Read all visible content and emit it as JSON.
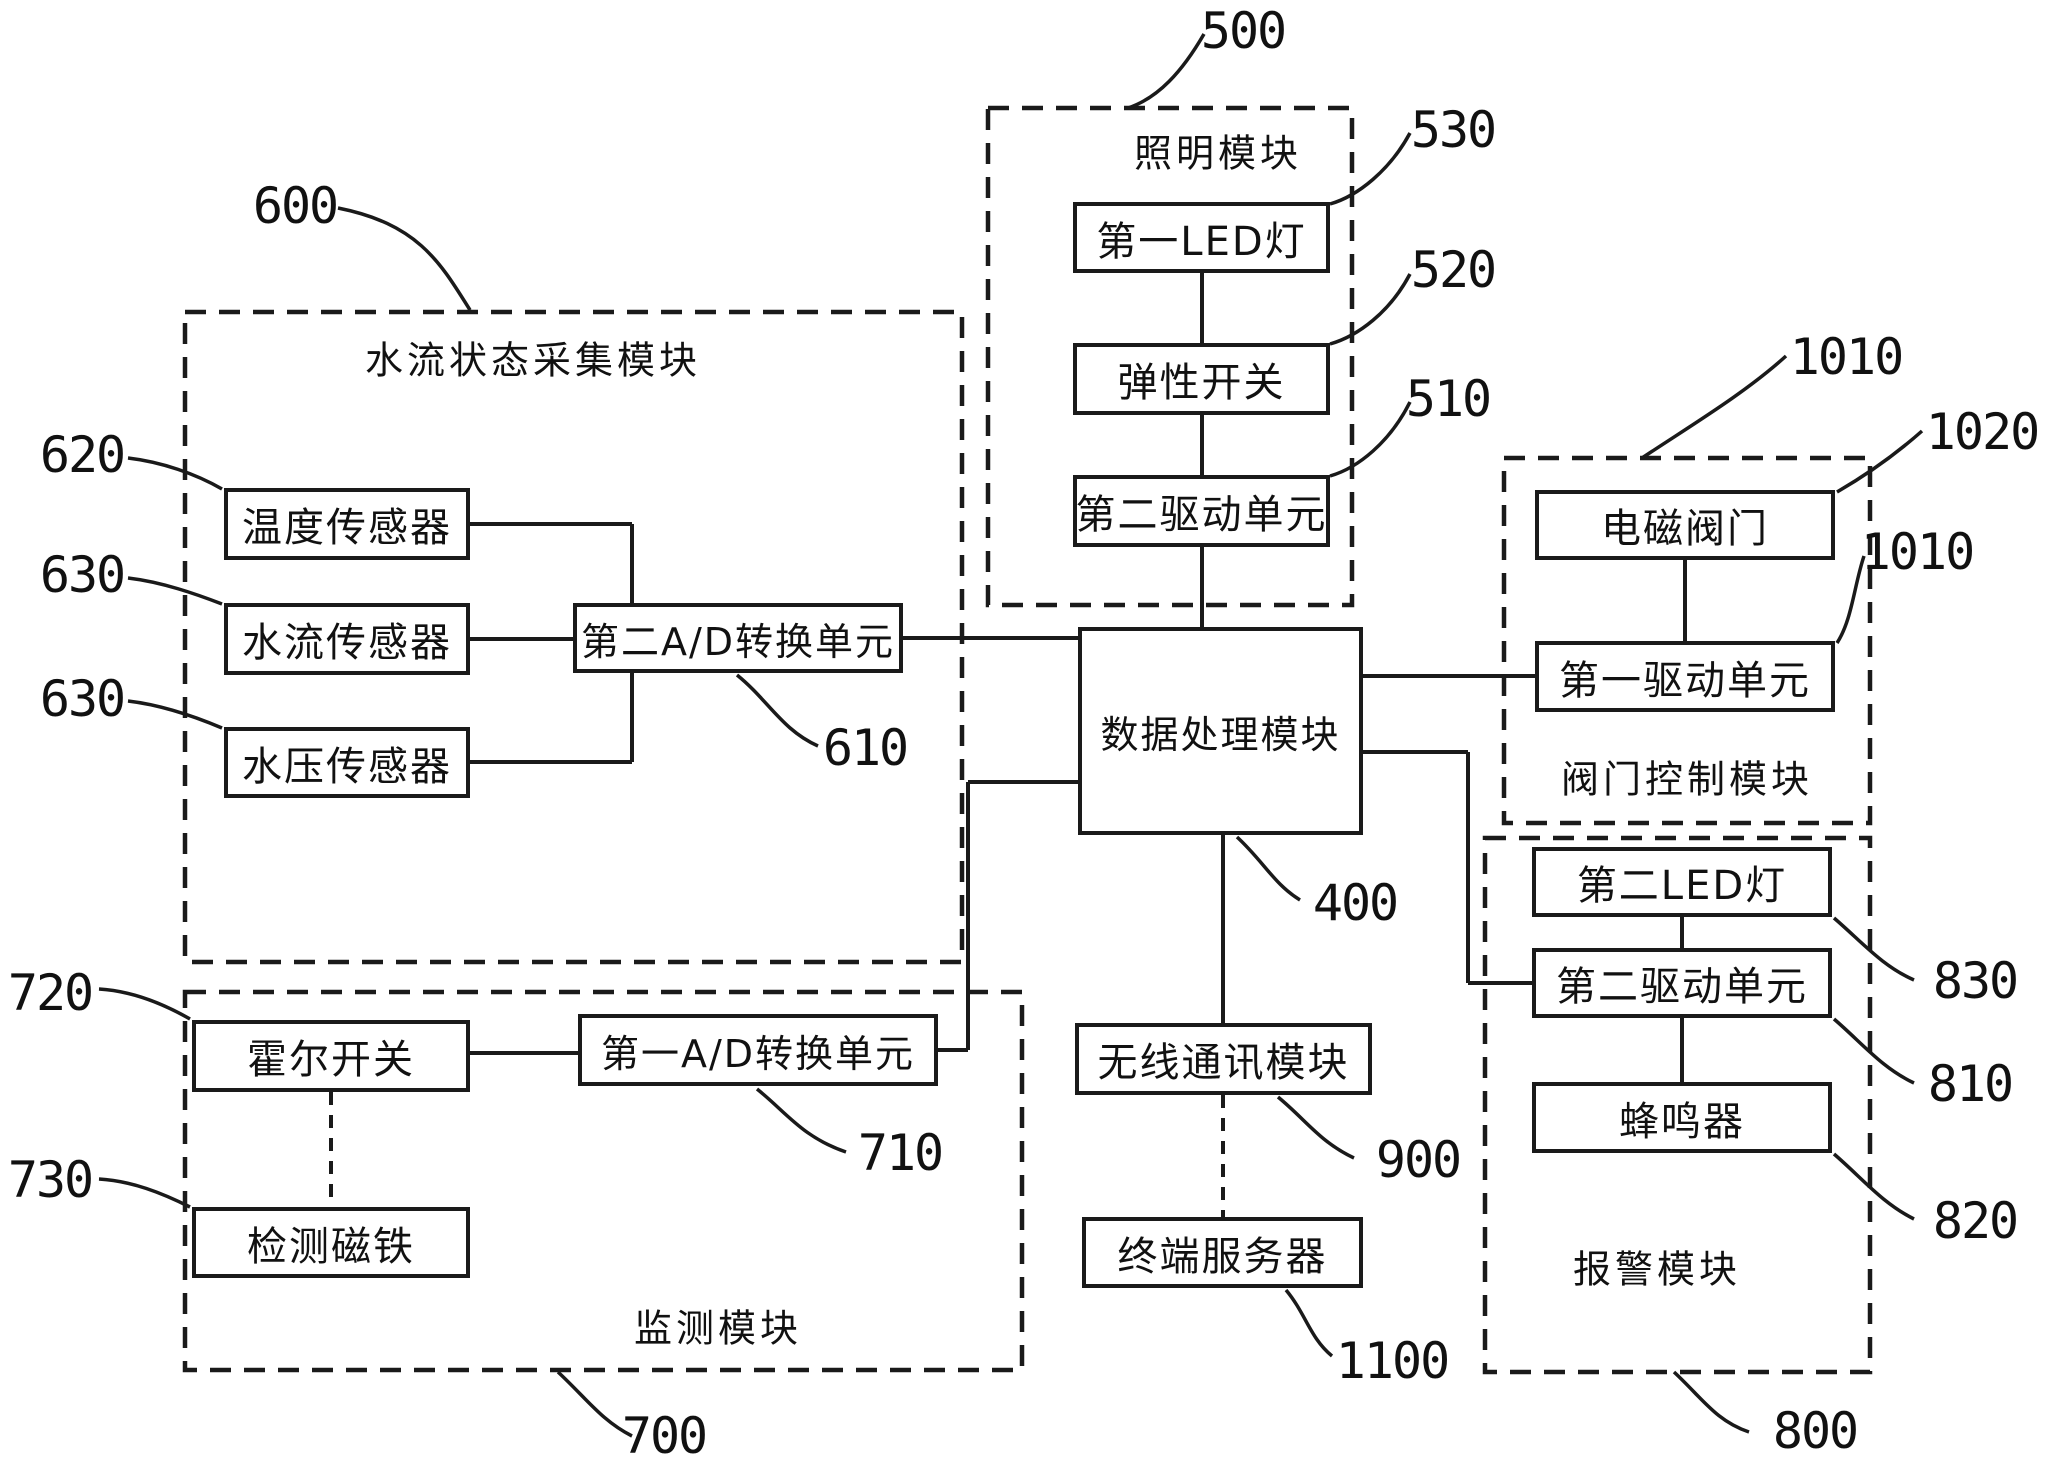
{
  "figure": {
    "background": "#ffffff",
    "line_color": "#1a1a1a"
  },
  "modules": {
    "lighting": {
      "title": "照明模块",
      "ref": "500",
      "boxes": [
        {
          "label": "第一LED灯",
          "ref": "530"
        },
        {
          "label": "弹性开关",
          "ref": "520"
        },
        {
          "label": "第二驱动单元",
          "ref": "510"
        }
      ]
    },
    "acquisition": {
      "title": "水流状态采集模块",
      "ref": "600",
      "boxes": [
        {
          "label": "温度传感器",
          "ref": "620"
        },
        {
          "label": "水流传感器",
          "ref": "630"
        },
        {
          "label": "水压传感器",
          "ref": "630"
        },
        {
          "label": "第二A/D转换单元",
          "ref": "610"
        }
      ]
    },
    "monitoring": {
      "title": "监测模块",
      "ref": "700",
      "boxes": [
        {
          "label": "霍尔开关",
          "ref": "720"
        },
        {
          "label": "第一A/D转换单元",
          "ref": "710"
        },
        {
          "label": "检测磁铁",
          "ref": "730"
        }
      ]
    },
    "valve": {
      "title": "阀门控制模块",
      "ref": "1010",
      "boxes": [
        {
          "label": "电磁阀门",
          "ref": "1020"
        },
        {
          "label": "第一驱动单元",
          "ref": "1010"
        }
      ]
    },
    "alarm": {
      "title": "报警模块",
      "ref": "800",
      "boxes": [
        {
          "label": "第二LED灯",
          "ref": "830"
        },
        {
          "label": "第二驱动单元",
          "ref": "810"
        },
        {
          "label": "蜂鸣器",
          "ref": "820"
        }
      ]
    },
    "processing": {
      "label": "数据处理模块",
      "ref": "400"
    },
    "wireless": {
      "label": "无线通讯模块",
      "ref": "900"
    },
    "server": {
      "label": "终端服务器",
      "ref": "1100"
    }
  }
}
